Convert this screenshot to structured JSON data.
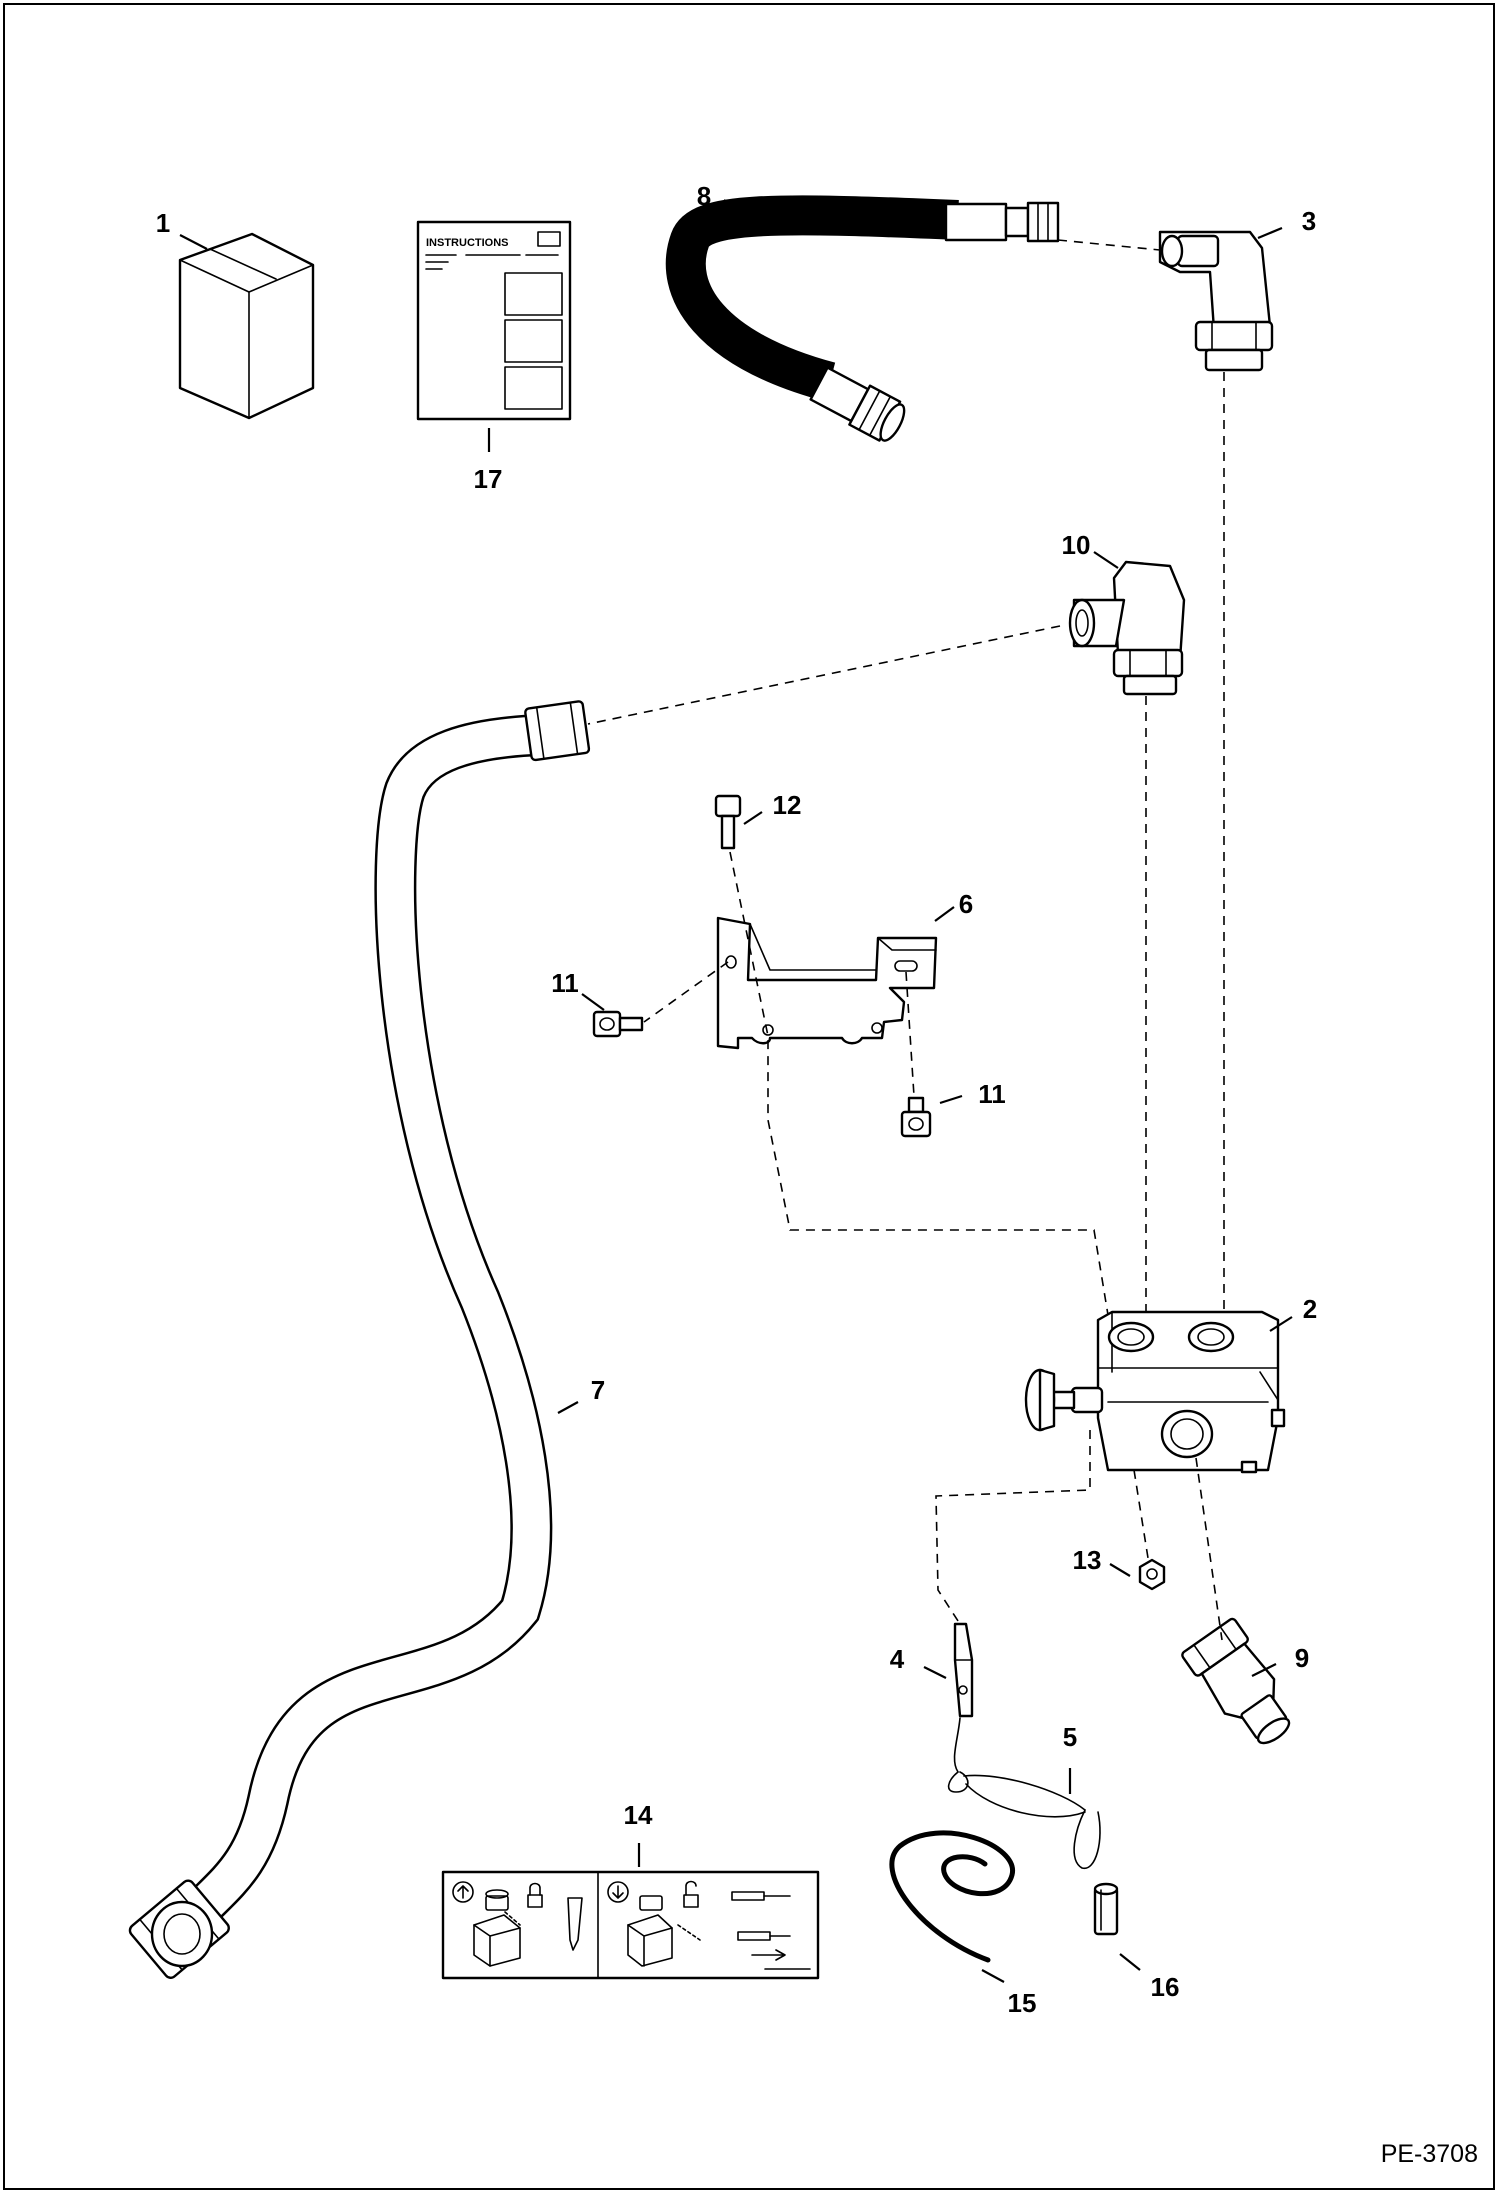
{
  "diagram": {
    "figure_code": "PE-3708",
    "instruction_sheet_title": "INSTRUCTIONS",
    "callouts": [
      {
        "id": "c1",
        "label": "1"
      },
      {
        "id": "c2",
        "label": "2"
      },
      {
        "id": "c3",
        "label": "3"
      },
      {
        "id": "c4",
        "label": "4"
      },
      {
        "id": "c5",
        "label": "5"
      },
      {
        "id": "c6",
        "label": "6"
      },
      {
        "id": "c7",
        "label": "7"
      },
      {
        "id": "c8",
        "label": "8"
      },
      {
        "id": "c9",
        "label": "9"
      },
      {
        "id": "c10",
        "label": "10"
      },
      {
        "id": "c11a",
        "label": "11"
      },
      {
        "id": "c11b",
        "label": "11"
      },
      {
        "id": "c12",
        "label": "12"
      },
      {
        "id": "c13",
        "label": "13"
      },
      {
        "id": "c14",
        "label": "14"
      },
      {
        "id": "c15",
        "label": "15"
      },
      {
        "id": "c16",
        "label": "16"
      },
      {
        "id": "c17",
        "label": "17"
      }
    ]
  }
}
